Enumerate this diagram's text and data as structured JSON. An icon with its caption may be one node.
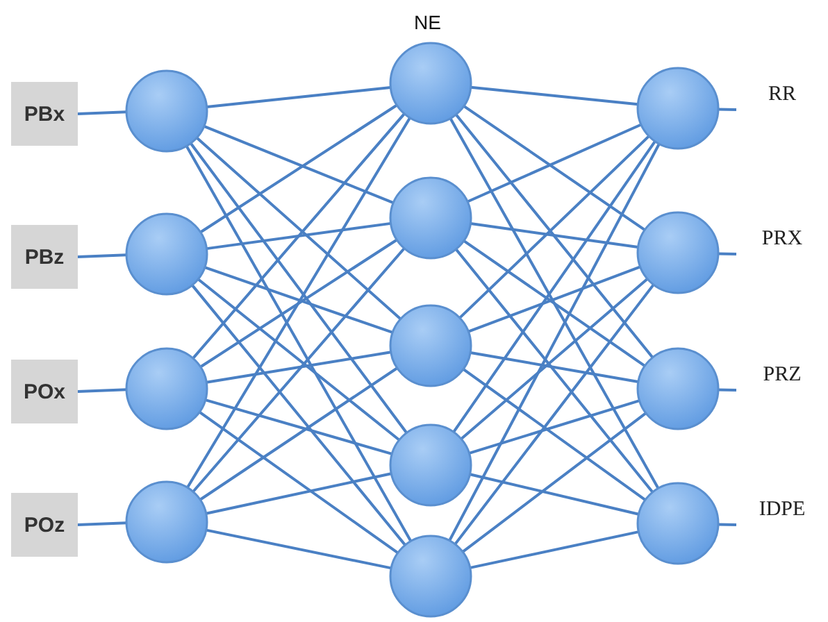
{
  "diagram": {
    "nodes": [
      {
        "text": [
          "PBx"
        ]
      },
      {
        "text": [
          "PBz"
        ]
      },
      {
        "text": [
          "POx"
        ]
      },
      {
        "text": [
          "POz"
        ]
      },
      {
        "text": [],
        "shape": "circle"
      },
      {
        "text": [],
        "shape": "circle"
      },
      {
        "text": [],
        "shape": "circle"
      },
      {
        "text": [],
        "shape": "circle"
      },
      {
        "text": [],
        "shape": "circle"
      },
      {
        "text": [],
        "shape": "circle"
      },
      {
        "text": [],
        "shape": "circle"
      },
      {
        "text": [],
        "shape": "circle"
      },
      {
        "text": [],
        "shape": "circle"
      },
      {
        "text": [],
        "shape": "circle"
      },
      {
        "text": [],
        "shape": "circle"
      },
      {
        "text": [],
        "shape": "circle"
      },
      {
        "text": [],
        "shape": "circle"
      },
      {
        "text": [
          "RR"
        ]
      },
      {
        "text": [
          "PRX"
        ]
      },
      {
        "text": [
          "PRZ"
        ]
      },
      {
        "text": [
          "IDPE"
        ]
      }
    ],
    "edges": [
      {
        "from": 0,
        "to": 4,
        "arrow": "none"
      },
      {
        "from": 1,
        "to": 5,
        "arrow": "none"
      },
      {
        "from": 2,
        "to": 6,
        "arrow": "none"
      },
      {
        "from": 3,
        "to": 7,
        "arrow": "none"
      },
      {
        "from": 4,
        "to": 8,
        "arrow": "none"
      },
      {
        "from": 4,
        "to": 9,
        "arrow": "none"
      },
      {
        "from": 4,
        "to": 10,
        "arrow": "none"
      },
      {
        "from": 4,
        "to": 11,
        "arrow": "none"
      },
      {
        "from": 4,
        "to": 12,
        "arrow": "none"
      },
      {
        "from": 5,
        "to": 8,
        "arrow": "none"
      },
      {
        "from": 5,
        "to": 9,
        "arrow": "none"
      },
      {
        "from": 5,
        "to": 10,
        "arrow": "none"
      },
      {
        "from": 5,
        "to": 11,
        "arrow": "none"
      },
      {
        "from": 5,
        "to": 12,
        "arrow": "none"
      },
      {
        "from": 6,
        "to": 8,
        "arrow": "none"
      },
      {
        "from": 6,
        "to": 9,
        "arrow": "none"
      },
      {
        "from": 6,
        "to": 10,
        "arrow": "none"
      },
      {
        "from": 6,
        "to": 11,
        "arrow": "none"
      },
      {
        "from": 6,
        "to": 12,
        "arrow": "none"
      },
      {
        "from": 7,
        "to": 8,
        "arrow": "none"
      },
      {
        "from": 7,
        "to": 9,
        "arrow": "none"
      },
      {
        "from": 7,
        "to": 10,
        "arrow": "none"
      },
      {
        "from": 7,
        "to": 11,
        "arrow": "none"
      },
      {
        "from": 7,
        "to": 12,
        "arrow": "none"
      },
      {
        "from": 8,
        "to": 13,
        "arrow": "none"
      },
      {
        "from": 8,
        "to": 14,
        "arrow": "none"
      },
      {
        "from": 8,
        "to": 15,
        "arrow": "none"
      },
      {
        "from": 8,
        "to": 16,
        "arrow": "none"
      },
      {
        "from": 9,
        "to": 13,
        "arrow": "none"
      },
      {
        "from": 9,
        "to": 14,
        "arrow": "none"
      },
      {
        "from": 9,
        "to": 15,
        "arrow": "none"
      },
      {
        "from": 9,
        "to": 16,
        "arrow": "none"
      },
      {
        "from": 10,
        "to": 13,
        "arrow": "none"
      },
      {
        "from": 10,
        "to": 14,
        "arrow": "none"
      },
      {
        "from": 10,
        "to": 15,
        "arrow": "none"
      },
      {
        "from": 10,
        "to": 16,
        "arrow": "none"
      },
      {
        "from": 11,
        "to": 13,
        "arrow": "none"
      },
      {
        "from": 11,
        "to": 14,
        "arrow": "none"
      },
      {
        "from": 11,
        "to": 15,
        "arrow": "none"
      },
      {
        "from": 11,
        "to": 16,
        "arrow": "none"
      },
      {
        "from": 12,
        "to": 13,
        "arrow": "none"
      },
      {
        "from": 12,
        "to": 14,
        "arrow": "none"
      },
      {
        "from": 12,
        "to": 15,
        "arrow": "none"
      },
      {
        "from": 12,
        "to": 16,
        "arrow": "none"
      },
      {
        "from": 13,
        "to": 17,
        "arrow": "none"
      },
      {
        "from": 14,
        "to": 18,
        "arrow": "none"
      },
      {
        "from": 15,
        "to": 19,
        "arrow": "none"
      },
      {
        "from": 16,
        "to": 20,
        "arrow": "none"
      }
    ],
    "labels": [
      "NE"
    ]
  }
}
